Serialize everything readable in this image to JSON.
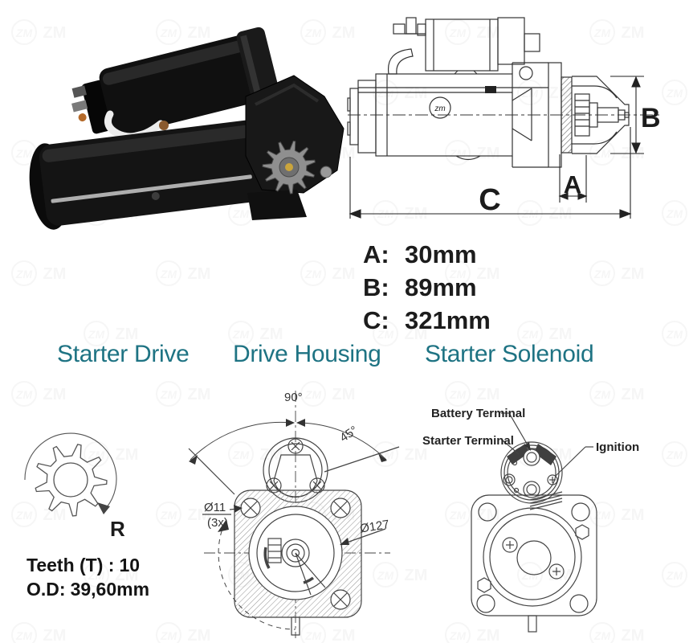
{
  "watermark": {
    "text": "ZM"
  },
  "colors": {
    "heading_teal": "#1e7383",
    "ink": "#1c1c1c",
    "line": "#333333"
  },
  "spec_dimensions": {
    "rows": [
      {
        "label": "A:",
        "value": "30mm"
      },
      {
        "label": "B:",
        "value": "89mm"
      },
      {
        "label": "C:",
        "value": "321mm"
      }
    ]
  },
  "side_view_drawing": {
    "dim_a_letter": "A",
    "dim_b_letter": "B",
    "dim_c_letter": "C",
    "logo_text": "zm"
  },
  "section_headings": [
    {
      "label": "Starter Drive"
    },
    {
      "label": "Drive Housing"
    },
    {
      "label": "Starter Solenoid"
    }
  ],
  "starter_drive_panel": {
    "rotation_letter": "R",
    "teeth_label": "Teeth (T) :",
    "teeth_value": "10",
    "od_label": "O.D:",
    "od_value": "39,60mm"
  },
  "drive_housing_panel": {
    "angle_outer": "90°",
    "angle_inner": "45°",
    "bolt_diameter": "Ø11",
    "bolt_count": "(3x)",
    "flange_diameter": "Ø127"
  },
  "solenoid_panel": {
    "battery_label": "Battery Terminal",
    "starter_label": "Starter Terminal",
    "ignition_label": "Ignition"
  }
}
